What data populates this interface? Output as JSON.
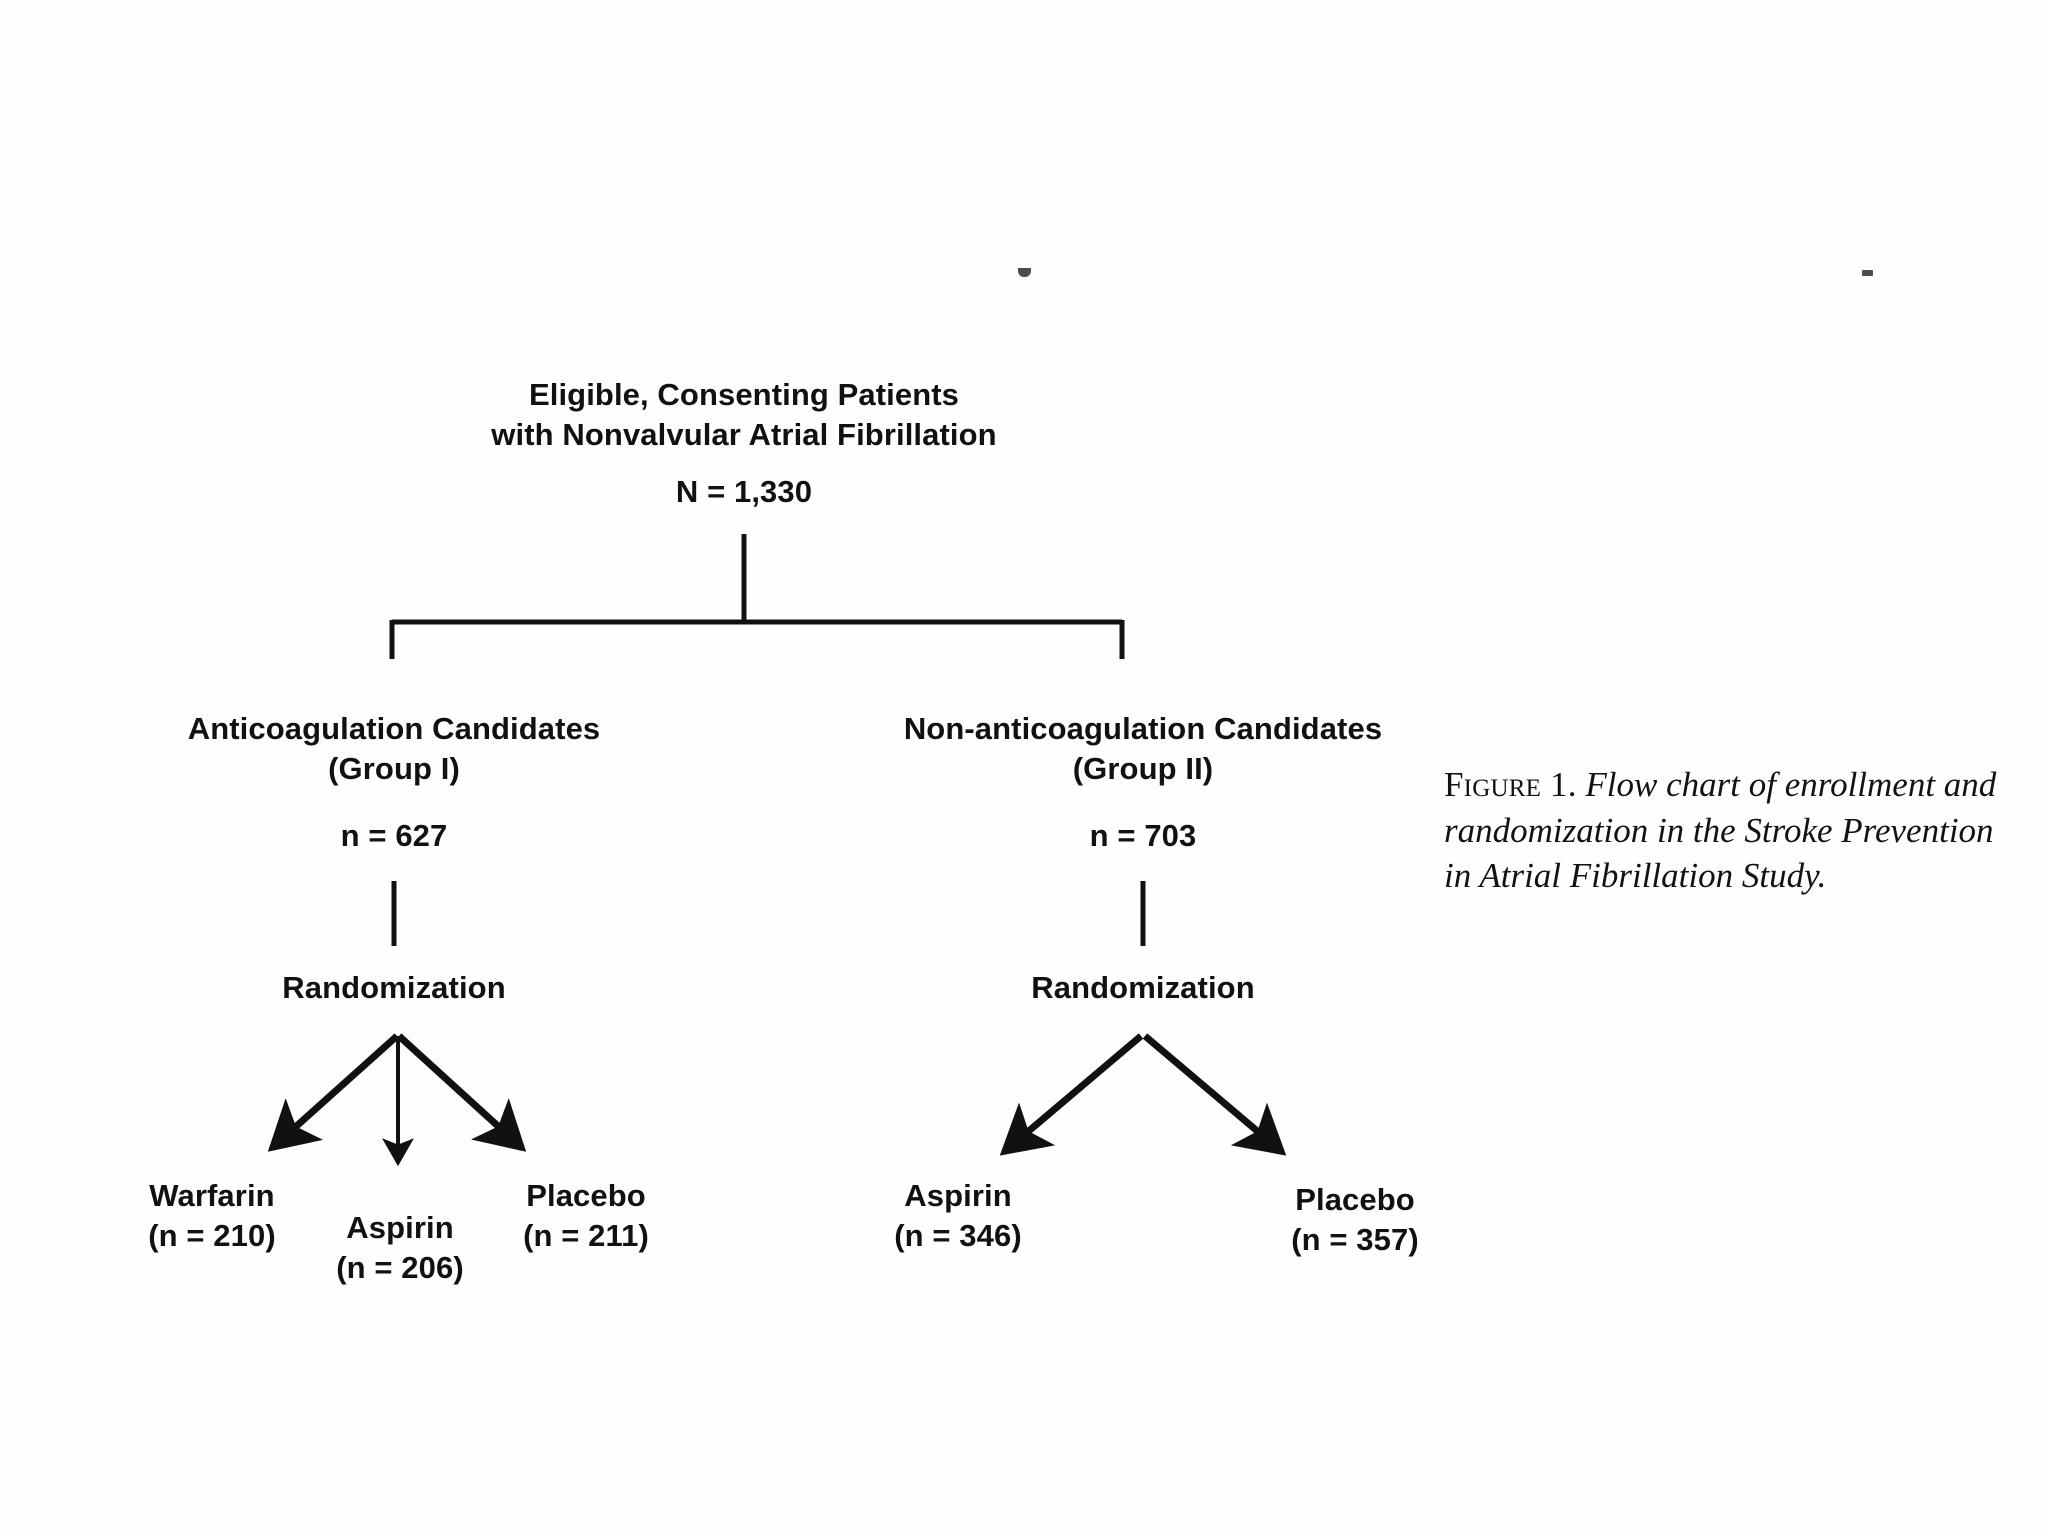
{
  "figure": {
    "root": {
      "title_line_1": "Eligible, Consenting Patients",
      "title_line_2": "with Nonvalvular Atrial Fibrillation",
      "count": "N = 1,330"
    },
    "groups": [
      {
        "id": "group-1",
        "label_line_1": "Anticoagulation Candidates",
        "label_line_2": "(Group I)",
        "count": "n = 627",
        "randomization_label": "Randomization",
        "arms": [
          {
            "id": "arm-warfarin-g1",
            "name": "Warfarin",
            "count": "(n = 210)"
          },
          {
            "id": "arm-aspirin-g1",
            "name": "Aspirin",
            "count": "(n = 206)"
          },
          {
            "id": "arm-placebo-g1",
            "name": "Placebo",
            "count": "(n = 211)"
          }
        ]
      },
      {
        "id": "group-2",
        "label_line_1": "Non-anticoagulation Candidates",
        "label_line_2": "(Group II)",
        "count": "n = 703",
        "randomization_label": "Randomization",
        "arms": [
          {
            "id": "arm-aspirin-g2",
            "name": "Aspirin",
            "count": "(n = 346)"
          },
          {
            "id": "arm-placebo-g2",
            "name": "Placebo",
            "count": "(n = 357)"
          }
        ]
      }
    ]
  },
  "caption": {
    "figure_label": "Figure 1.",
    "text": "Flow chart of enrollment and randomization in the Stroke Prevention in Atrial Fibrillation Study."
  },
  "chart_data": {
    "type": "diagram",
    "diagram_kind": "flow-chart",
    "title": "Flow chart of enrollment and randomization in the Stroke Prevention in Atrial Fibrillation Study",
    "total_enrolled": 1330,
    "nodes": [
      {
        "id": "root",
        "label": "Eligible, Consenting Patients with Nonvalvular Atrial Fibrillation",
        "n": 1330,
        "level": 0
      },
      {
        "id": "group-1",
        "label": "Anticoagulation Candidates (Group I)",
        "n": 627,
        "level": 1
      },
      {
        "id": "group-2",
        "label": "Non-anticoagulation Candidates (Group II)",
        "n": 703,
        "level": 1
      },
      {
        "id": "rand-1",
        "label": "Randomization",
        "n": null,
        "level": 2
      },
      {
        "id": "rand-2",
        "label": "Randomization",
        "n": null,
        "level": 2
      },
      {
        "id": "warfarin-g1",
        "label": "Warfarin",
        "n": 210,
        "level": 3
      },
      {
        "id": "aspirin-g1",
        "label": "Aspirin",
        "n": 206,
        "level": 3
      },
      {
        "id": "placebo-g1",
        "label": "Placebo",
        "n": 211,
        "level": 3
      },
      {
        "id": "aspirin-g2",
        "label": "Aspirin",
        "n": 346,
        "level": 3
      },
      {
        "id": "placebo-g2",
        "label": "Placebo",
        "n": 357,
        "level": 3
      }
    ],
    "edges": [
      {
        "from": "root",
        "to": "group-1",
        "style": "bracket"
      },
      {
        "from": "root",
        "to": "group-2",
        "style": "bracket"
      },
      {
        "from": "group-1",
        "to": "rand-1",
        "style": "line"
      },
      {
        "from": "group-2",
        "to": "rand-2",
        "style": "line"
      },
      {
        "from": "rand-1",
        "to": "warfarin-g1",
        "style": "arrow"
      },
      {
        "from": "rand-1",
        "to": "aspirin-g1",
        "style": "arrow"
      },
      {
        "from": "rand-1",
        "to": "placebo-g1",
        "style": "arrow"
      },
      {
        "from": "rand-2",
        "to": "aspirin-g2",
        "style": "arrow"
      },
      {
        "from": "rand-2",
        "to": "placebo-g2",
        "style": "arrow"
      }
    ]
  }
}
